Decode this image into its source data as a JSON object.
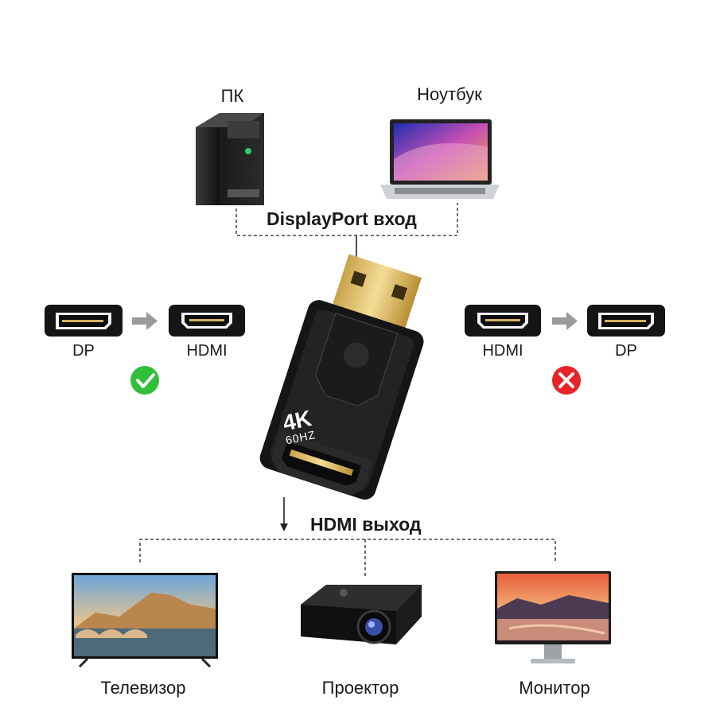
{
  "sources": {
    "pc_label": "ПК",
    "laptop_label": "Ноутбук",
    "input_label": "DisplayPort вход"
  },
  "adapter": {
    "badge_main": "4K",
    "badge_sub": "60HZ"
  },
  "left_direction": {
    "from_label": "DP",
    "to_label": "HDMI",
    "status": "supported",
    "status_color": "#2fbf3a"
  },
  "right_direction": {
    "from_label": "HDMI",
    "to_label": "DP",
    "status": "not-supported",
    "status_color": "#e8232a"
  },
  "output": {
    "output_label": "HDMI выход",
    "tv_label": "Телевизор",
    "projector_label": "Проектор",
    "monitor_label": "Монитор"
  },
  "icons": [
    "pc-tower-icon",
    "laptop-icon",
    "adapter-icon",
    "port-dp-icon",
    "port-hdmi-icon",
    "arrow-right-icon",
    "check-icon",
    "cross-icon",
    "tv-icon",
    "projector-icon",
    "monitor-icon"
  ]
}
